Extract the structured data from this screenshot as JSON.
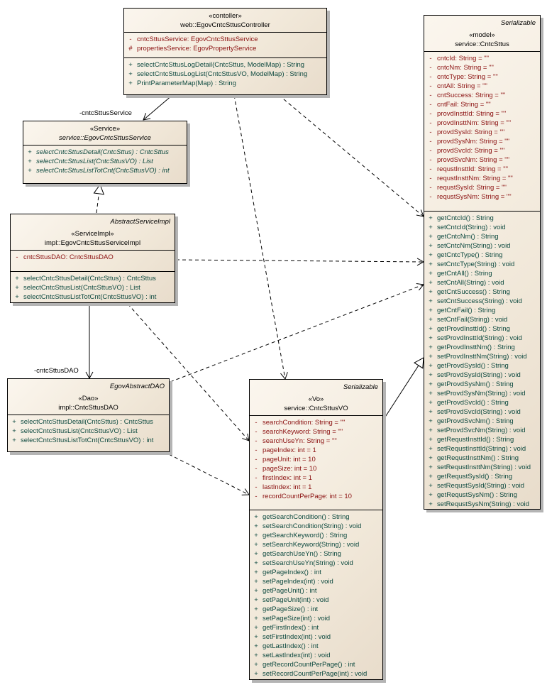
{
  "classes": {
    "controller": {
      "stereotype": "«contoller»",
      "name": "web::EgovCntcSttusController",
      "attributes": [
        {
          "vis": "-",
          "text": "cntcSttusService:  EgovCntcSttusService"
        },
        {
          "vis": "#",
          "text": "propertiesService:  EgovPropertyService"
        }
      ],
      "operations": [
        {
          "vis": "+",
          "text": "selectCntcSttusLogDetail(CntcSttus, ModelMap) : String"
        },
        {
          "vis": "+",
          "text": "selectCntcSttusLogList(CntcSttusVO, ModelMap) : String"
        },
        {
          "vis": "+",
          "text": "PrintParameterMap(Map) : String"
        }
      ]
    },
    "service": {
      "stereotype": "«Service»",
      "name": "service::EgovCntcSttusService",
      "operations": [
        {
          "vis": "+",
          "text": "selectCntcSttusDetail(CntcSttus) : CntcSttus"
        },
        {
          "vis": "+",
          "text": "selectCntcSttusList(CntcSttusVO) : List"
        },
        {
          "vis": "+",
          "text": "selectCntcSttusListTotCnt(CntcSttusVO) : int"
        }
      ]
    },
    "serviceImpl": {
      "parent": "AbstractServiceImpl",
      "stereotype": "«ServiceImpl»",
      "name": "impl::EgovCntcSttusServiceImpl",
      "attributes": [
        {
          "vis": "-",
          "text": "cntcSttusDAO:  CntcSttusDAO"
        }
      ],
      "operations": [
        {
          "vis": "+",
          "text": "selectCntcSttusDetail(CntcSttus) : CntcSttus"
        },
        {
          "vis": "+",
          "text": "selectCntcSttusList(CntcSttusVO) : List"
        },
        {
          "vis": "+",
          "text": "selectCntcSttusListTotCnt(CntcSttusVO) : int"
        }
      ]
    },
    "dao": {
      "parent": "EgovAbstractDAO",
      "stereotype": "«Dao»",
      "name": "impl::CntcSttusDAO",
      "operations": [
        {
          "vis": "+",
          "text": "selectCntcSttusDetail(CntcSttus) : CntcSttus"
        },
        {
          "vis": "+",
          "text": "selectCntcSttusList(CntcSttusVO) : List"
        },
        {
          "vis": "+",
          "text": "selectCntcSttusListTotCnt(CntcSttusVO) : int"
        }
      ]
    },
    "vo": {
      "parent": "Serializable",
      "stereotype": "«Vo»",
      "name": "service::CntcSttusVO",
      "attributes": [
        {
          "vis": "-",
          "text": "searchCondition:  String = \"\""
        },
        {
          "vis": "-",
          "text": "searchKeyword:  String = \"\""
        },
        {
          "vis": "-",
          "text": "searchUseYn:  String = \"\""
        },
        {
          "vis": "-",
          "text": "pageIndex:  int = 1"
        },
        {
          "vis": "-",
          "text": "pageUnit:  int = 10"
        },
        {
          "vis": "-",
          "text": "pageSize:  int = 10"
        },
        {
          "vis": "-",
          "text": "firstIndex:  int = 1"
        },
        {
          "vis": "-",
          "text": "lastIndex:  int = 1"
        },
        {
          "vis": "-",
          "text": "recordCountPerPage:  int = 10"
        }
      ],
      "operations": [
        {
          "vis": "+",
          "text": "getSearchCondition() : String"
        },
        {
          "vis": "+",
          "text": "setSearchCondition(String) : void"
        },
        {
          "vis": "+",
          "text": "getSearchKeyword() : String"
        },
        {
          "vis": "+",
          "text": "setSearchKeyword(String) : void"
        },
        {
          "vis": "+",
          "text": "getSearchUseYn() : String"
        },
        {
          "vis": "+",
          "text": "setSearchUseYn(String) : void"
        },
        {
          "vis": "+",
          "text": "getPageIndex() : int"
        },
        {
          "vis": "+",
          "text": "setPageIndex(int) : void"
        },
        {
          "vis": "+",
          "text": "getPageUnit() : int"
        },
        {
          "vis": "+",
          "text": "setPageUnit(int) : void"
        },
        {
          "vis": "+",
          "text": "getPageSize() : int"
        },
        {
          "vis": "+",
          "text": "setPageSize(int) : void"
        },
        {
          "vis": "+",
          "text": "getFirstIndex() : int"
        },
        {
          "vis": "+",
          "text": "setFirstIndex(int) : void"
        },
        {
          "vis": "+",
          "text": "getLastIndex() : int"
        },
        {
          "vis": "+",
          "text": "setLastIndex(int) : void"
        },
        {
          "vis": "+",
          "text": "getRecordCountPerPage() : int"
        },
        {
          "vis": "+",
          "text": "setRecordCountPerPage(int) : void"
        }
      ]
    },
    "model": {
      "parent": "Serializable",
      "stereotype": "«model»",
      "name": "service::CntcSttus",
      "attributes": [
        {
          "vis": "-",
          "text": "cntcId:  String = \"\""
        },
        {
          "vis": "-",
          "text": "cntcNm:  String = \"\""
        },
        {
          "vis": "-",
          "text": "cntcType:  String = \"\""
        },
        {
          "vis": "-",
          "text": "cntAll:  String = \"\""
        },
        {
          "vis": "-",
          "text": "cntSuccess:  String = \"\""
        },
        {
          "vis": "-",
          "text": "cntFail:  String = \"\""
        },
        {
          "vis": "-",
          "text": "provdInsttId:  String = \"\""
        },
        {
          "vis": "-",
          "text": "provdInsttNm:  String = \"\""
        },
        {
          "vis": "-",
          "text": "provdSysId:  String = \"\""
        },
        {
          "vis": "-",
          "text": "provdSysNm:  String = \"\""
        },
        {
          "vis": "-",
          "text": "provdSvcId:  String = \"\""
        },
        {
          "vis": "-",
          "text": "provdSvcNm:  String = \"\""
        },
        {
          "vis": "-",
          "text": "requstInsttId:  String = \"\""
        },
        {
          "vis": "-",
          "text": "requstInsttNm:  String = \"\""
        },
        {
          "vis": "-",
          "text": "requstSysId:  String = \"\""
        },
        {
          "vis": "-",
          "text": "requstSysNm:  String = \"\""
        }
      ],
      "operations": [
        {
          "vis": "+",
          "text": "getCntcId() : String"
        },
        {
          "vis": "+",
          "text": "setCntcId(String) : void"
        },
        {
          "vis": "+",
          "text": "getCntcNm() : String"
        },
        {
          "vis": "+",
          "text": "setCntcNm(String) : void"
        },
        {
          "vis": "+",
          "text": "getCntcType() : String"
        },
        {
          "vis": "+",
          "text": "setCntcType(String) : void"
        },
        {
          "vis": "+",
          "text": "getCntAll() : String"
        },
        {
          "vis": "+",
          "text": "setCntAll(String) : void"
        },
        {
          "vis": "+",
          "text": "getCntSuccess() : String"
        },
        {
          "vis": "+",
          "text": "setCntSuccess(String) : void"
        },
        {
          "vis": "+",
          "text": "getCntFail() : String"
        },
        {
          "vis": "+",
          "text": "setCntFail(String) : void"
        },
        {
          "vis": "+",
          "text": "getProvdInsttId() : String"
        },
        {
          "vis": "+",
          "text": "setProvdInsttId(String) : void"
        },
        {
          "vis": "+",
          "text": "getProvdInsttNm() : String"
        },
        {
          "vis": "+",
          "text": "setProvdInsttNm(String) : void"
        },
        {
          "vis": "+",
          "text": "getProvdSysId() : String"
        },
        {
          "vis": "+",
          "text": "setProvdSysId(String) : void"
        },
        {
          "vis": "+",
          "text": "getProvdSysNm() : String"
        },
        {
          "vis": "+",
          "text": "setProvdSysNm(String) : void"
        },
        {
          "vis": "+",
          "text": "getProvdSvcId() : String"
        },
        {
          "vis": "+",
          "text": "setProvdSvcId(String) : void"
        },
        {
          "vis": "+",
          "text": "getProvdSvcNm() : String"
        },
        {
          "vis": "+",
          "text": "setProvdSvcNm(String) : void"
        },
        {
          "vis": "+",
          "text": "getRequstInsttId() : String"
        },
        {
          "vis": "+",
          "text": "setRequstInsttId(String) : void"
        },
        {
          "vis": "+",
          "text": "getRequstInsttNm() : String"
        },
        {
          "vis": "+",
          "text": "setRequstInsttNm(String) : void"
        },
        {
          "vis": "+",
          "text": "getRequstSysId() : String"
        },
        {
          "vis": "+",
          "text": "setRequstSysId(String) : void"
        },
        {
          "vis": "+",
          "text": "getRequstSysNm() : String"
        },
        {
          "vis": "+",
          "text": "setRequstSysNm(String) : void"
        }
      ]
    }
  },
  "roles": {
    "service_role": "-cntcSttusService",
    "dao_role": "-cntcSttusDAO"
  },
  "colors": {
    "attribute_text": "#8b1010",
    "operation_text": "#0e4a40",
    "class_fill": "#f4ecdf"
  }
}
